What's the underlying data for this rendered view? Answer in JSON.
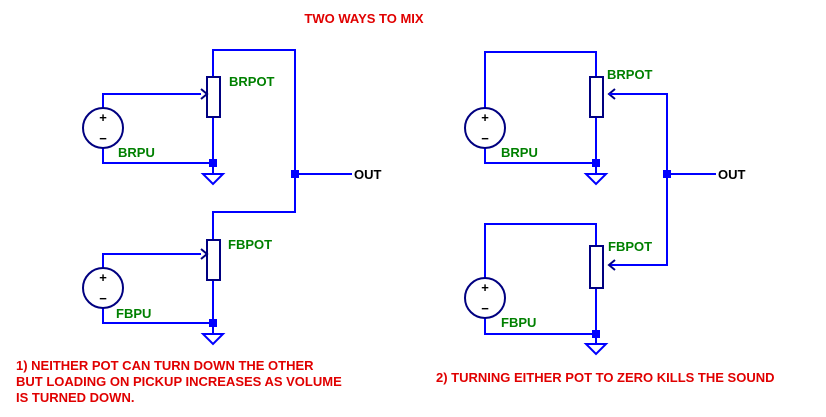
{
  "title": "TWO WAYS TO MIX",
  "colors": {
    "wire": "#0000ff",
    "component": "#000080",
    "label": "#008000",
    "note": "#e00000"
  },
  "left": {
    "top_pot": "BRPOT",
    "top_pickup": "BRPU",
    "bottom_pot": "FBPOT",
    "bottom_pickup": "FBPU",
    "out": "OUT",
    "note_lines": [
      "1) NEITHER POT CAN TURN DOWN THE OTHER",
      "BUT LOADING ON PICKUP INCREASES AS VOLUME",
      "IS TURNED DOWN."
    ]
  },
  "right": {
    "top_pot": "BRPOT",
    "top_pickup": "BRPU",
    "bottom_pot": "FBPOT",
    "bottom_pickup": "FBPU",
    "out": "OUT",
    "note": "2) TURNING EITHER POT TO ZERO KILLS THE SOUND"
  },
  "source_symbol": {
    "plus": "+",
    "minus": "−"
  }
}
